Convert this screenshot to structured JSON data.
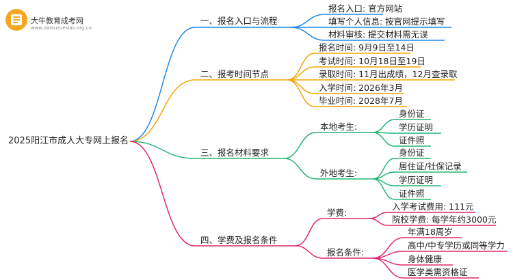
{
  "logo": {
    "title": "大牛教育成考网",
    "subtitle": "www.daniuzuesiao.org.cn"
  },
  "root": {
    "label": "2025阳江市成人大专网上报名"
  },
  "colors": {
    "blue": "#1e88e5",
    "orange": "#f0a500",
    "green": "#22b573",
    "pink": "#e0266e"
  },
  "branches": [
    {
      "label": "一、报名入口与流程",
      "items": [
        "报名入口: 官方网站",
        "填写个人信息: 按官网提示填写",
        "材料审核: 提交材料需无误"
      ]
    },
    {
      "label": "二、报考时间节点",
      "items": [
        "报名时间: 9月9日至14日",
        "考试时间: 10月18日至19日",
        "录取时间: 11月出成绩，12月查录取",
        "入学时间: 2026年3月",
        "毕业时间: 2028年7月"
      ]
    },
    {
      "label": "三、报名材料要求",
      "groups": [
        {
          "label": "本地考生:",
          "items": [
            "身份证",
            "学历证明",
            "证件照"
          ]
        },
        {
          "label": "外地考生:",
          "items": [
            "身份证",
            "居住证/社保记录",
            "学历证明",
            "证件照"
          ]
        }
      ]
    },
    {
      "label": "四、学费及报名条件",
      "groups": [
        {
          "label": "学费:",
          "items": [
            "入学考试费用: 111元",
            "院校学费: 每学年约3000元"
          ]
        },
        {
          "label": "报名条件:",
          "items": [
            "年满18周岁",
            "高中/中专学历或同等学力",
            "身体健康",
            "医学类需资格证"
          ]
        }
      ]
    }
  ]
}
